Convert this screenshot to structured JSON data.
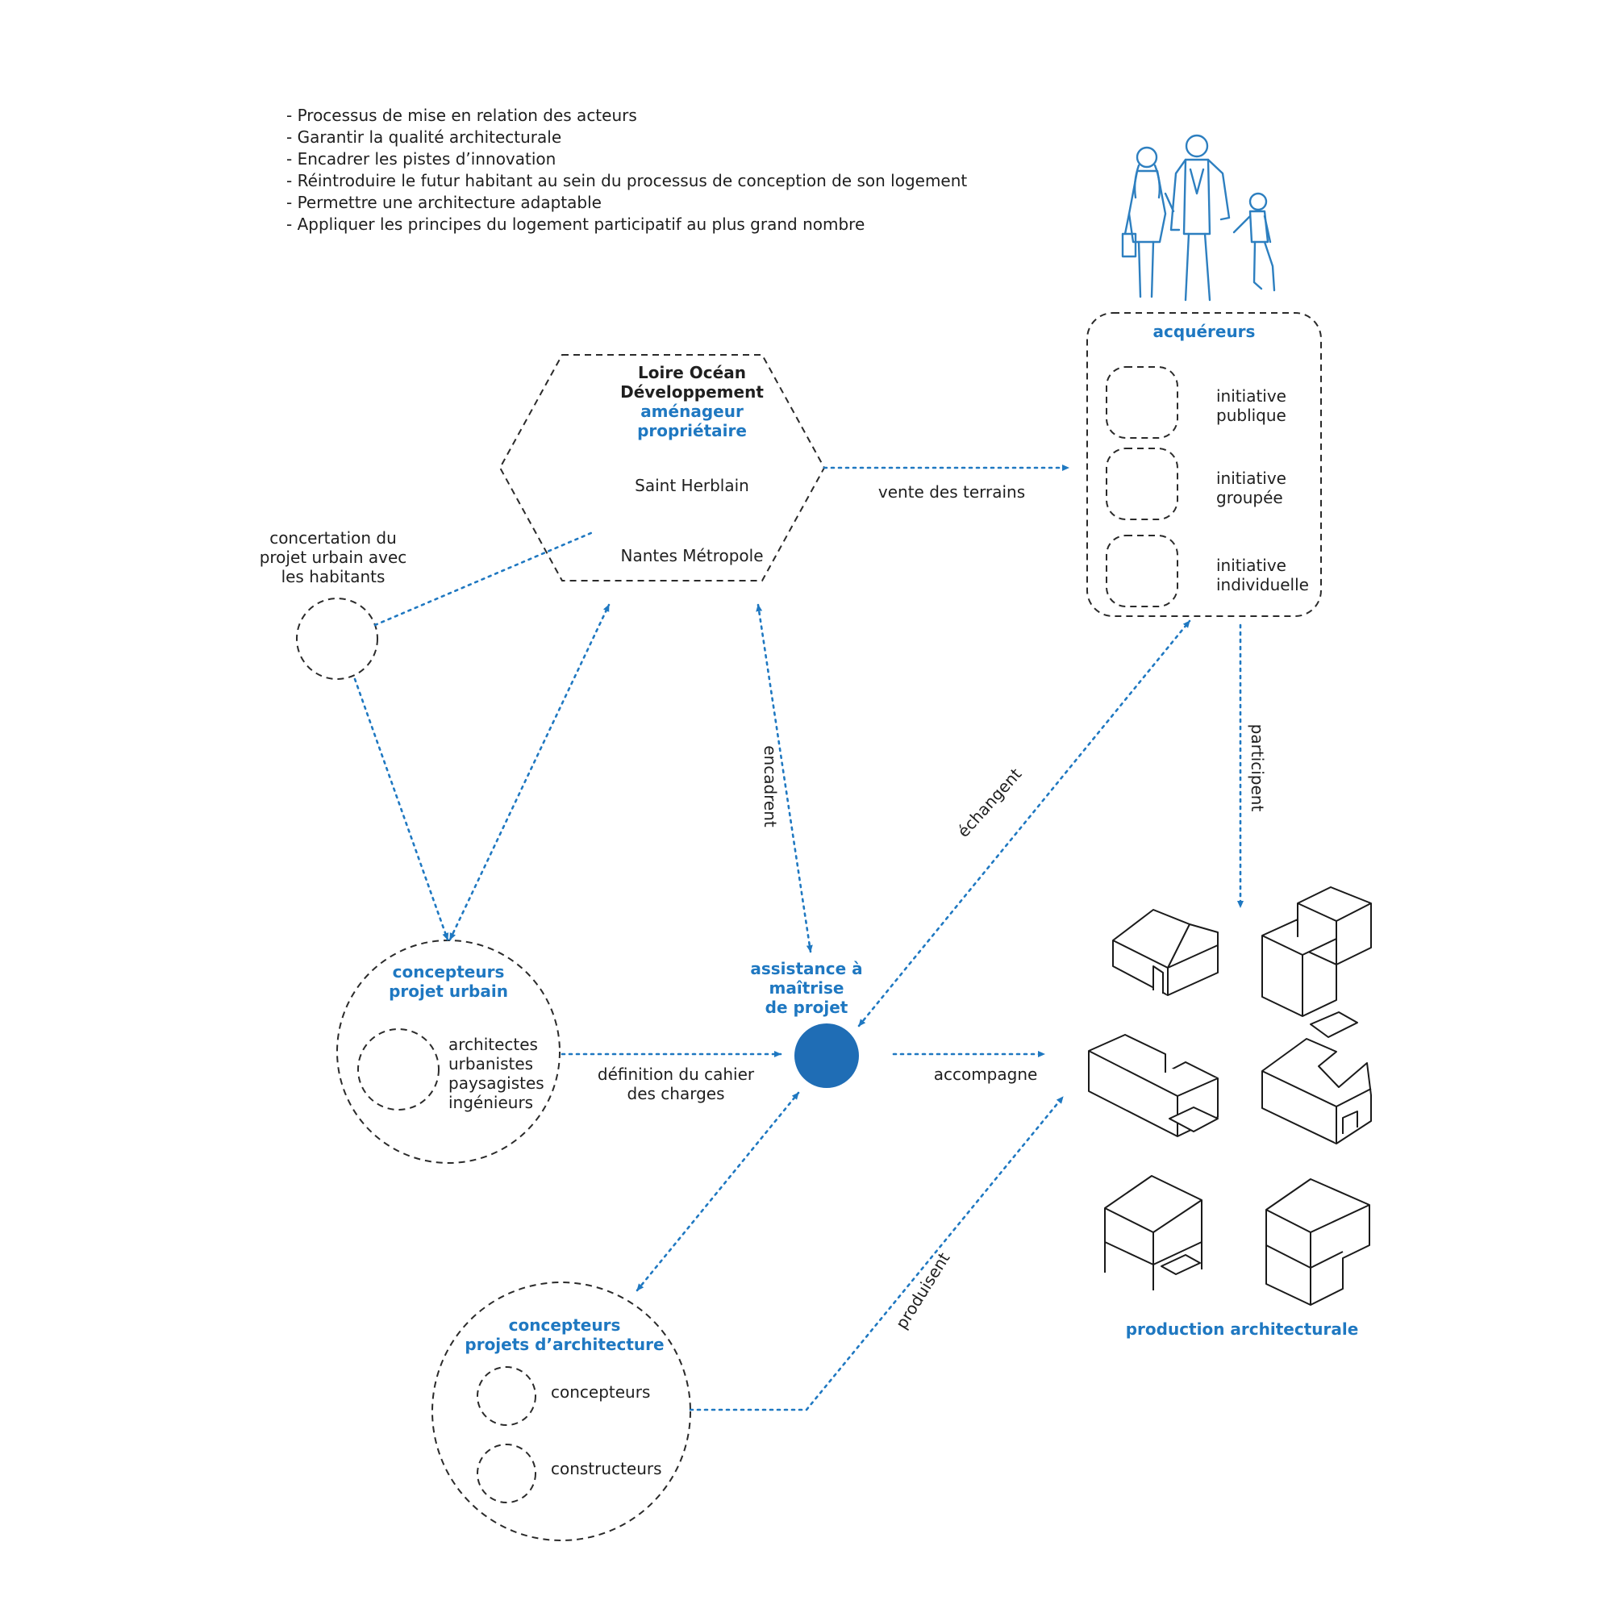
{
  "objectives": [
    "- Processus de mise en relation des acteurs",
    "- Garantir la qualité architecturale",
    "- Encadrer les pistes d’innovation",
    "- Réintroduire le futur habitant au sein du processus de conception de son logement",
    "- Permettre une architecture adaptable",
    "- Appliquer les principes du logement participatif au plus grand nombre"
  ],
  "hexagon": {
    "title_line1": "Loire Océan",
    "title_line2": "Développement",
    "role_line1": "aménageur",
    "role_line2": "propriétaire",
    "member1": "Saint Herblain",
    "member2": "Nantes Métropole"
  },
  "acquereurs": {
    "title": "acquéreurs",
    "items": [
      {
        "line1": "initiative",
        "line2": "publique"
      },
      {
        "line1": "initiative",
        "line2": "groupée"
      },
      {
        "line1": "initiative",
        "line2": "individuelle"
      }
    ]
  },
  "concertation": {
    "line1": "concertation du",
    "line2": "projet urbain avec",
    "line3": "les habitants"
  },
  "urbain": {
    "title_line1": "concepteurs",
    "title_line2": "projet urbain",
    "members": [
      "architectes",
      "urbanistes",
      "paysagistes",
      "ingénieurs"
    ]
  },
  "amo": {
    "line1": "assistance à",
    "line2": "maîtrise",
    "line3": "de projet"
  },
  "archi": {
    "title_line1": "concepteurs",
    "title_line2": "projets d’architecture",
    "member1": "concepteurs",
    "member2": "constructeurs"
  },
  "production": {
    "title": "production architecturale"
  },
  "links": {
    "vente": "vente des terrains",
    "encadrent": "encadrent",
    "echangent": "échangent",
    "participent": "participent",
    "definition_line1": "définition du cahier",
    "definition_line2": "des charges",
    "accompagne": "accompagne",
    "produisent": "produisent"
  },
  "colors": {
    "accent": "#1f78c1",
    "line": "#2a2a2a"
  }
}
